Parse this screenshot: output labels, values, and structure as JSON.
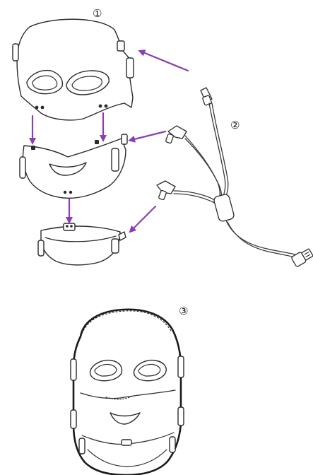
{
  "labels": {
    "step_1": "①",
    "step_2": "②",
    "step_3": "③"
  },
  "colors": {
    "arrow": "#8a3fb0",
    "line": "#2b2b2b"
  }
}
